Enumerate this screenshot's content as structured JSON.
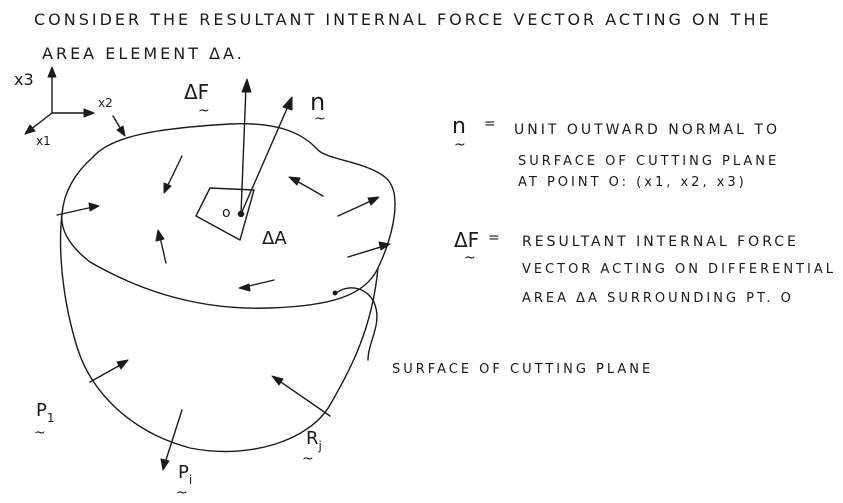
{
  "heading": {
    "line1": "CONSIDER THE RESULTANT INTERNAL FORCE VECTOR ACTING ON THE",
    "line2": "AREA ELEMENT ΔA."
  },
  "axes": {
    "x3": "x3",
    "x2": "x2",
    "x1": "x1"
  },
  "symbols": {
    "delta_f": "ΔF",
    "n": "n",
    "point_o": "o",
    "delta_a": "ΔA",
    "p1": "P",
    "p1_sub": "1",
    "pi": "P",
    "pi_sub": "i",
    "rj": "R",
    "rj_sub": "j"
  },
  "definitions": {
    "n_symbol": "n",
    "n_eq": "=",
    "n_line1": "UNIT OUTWARD NORMAL TO",
    "n_line2": "SURFACE OF CUTTING PLANE",
    "n_line3": "AT POINT O: (x1, x2, x3)",
    "f_symbol": "ΔF",
    "f_eq": "=",
    "f_line1": "RESULTANT INTERNAL FORCE",
    "f_line2": "VECTOR ACTING ON DIFFERENTIAL",
    "f_line3": "AREA ΔA SURROUNDING PT. O"
  },
  "surface_label": "SURFACE OF CUTTING PLANE"
}
